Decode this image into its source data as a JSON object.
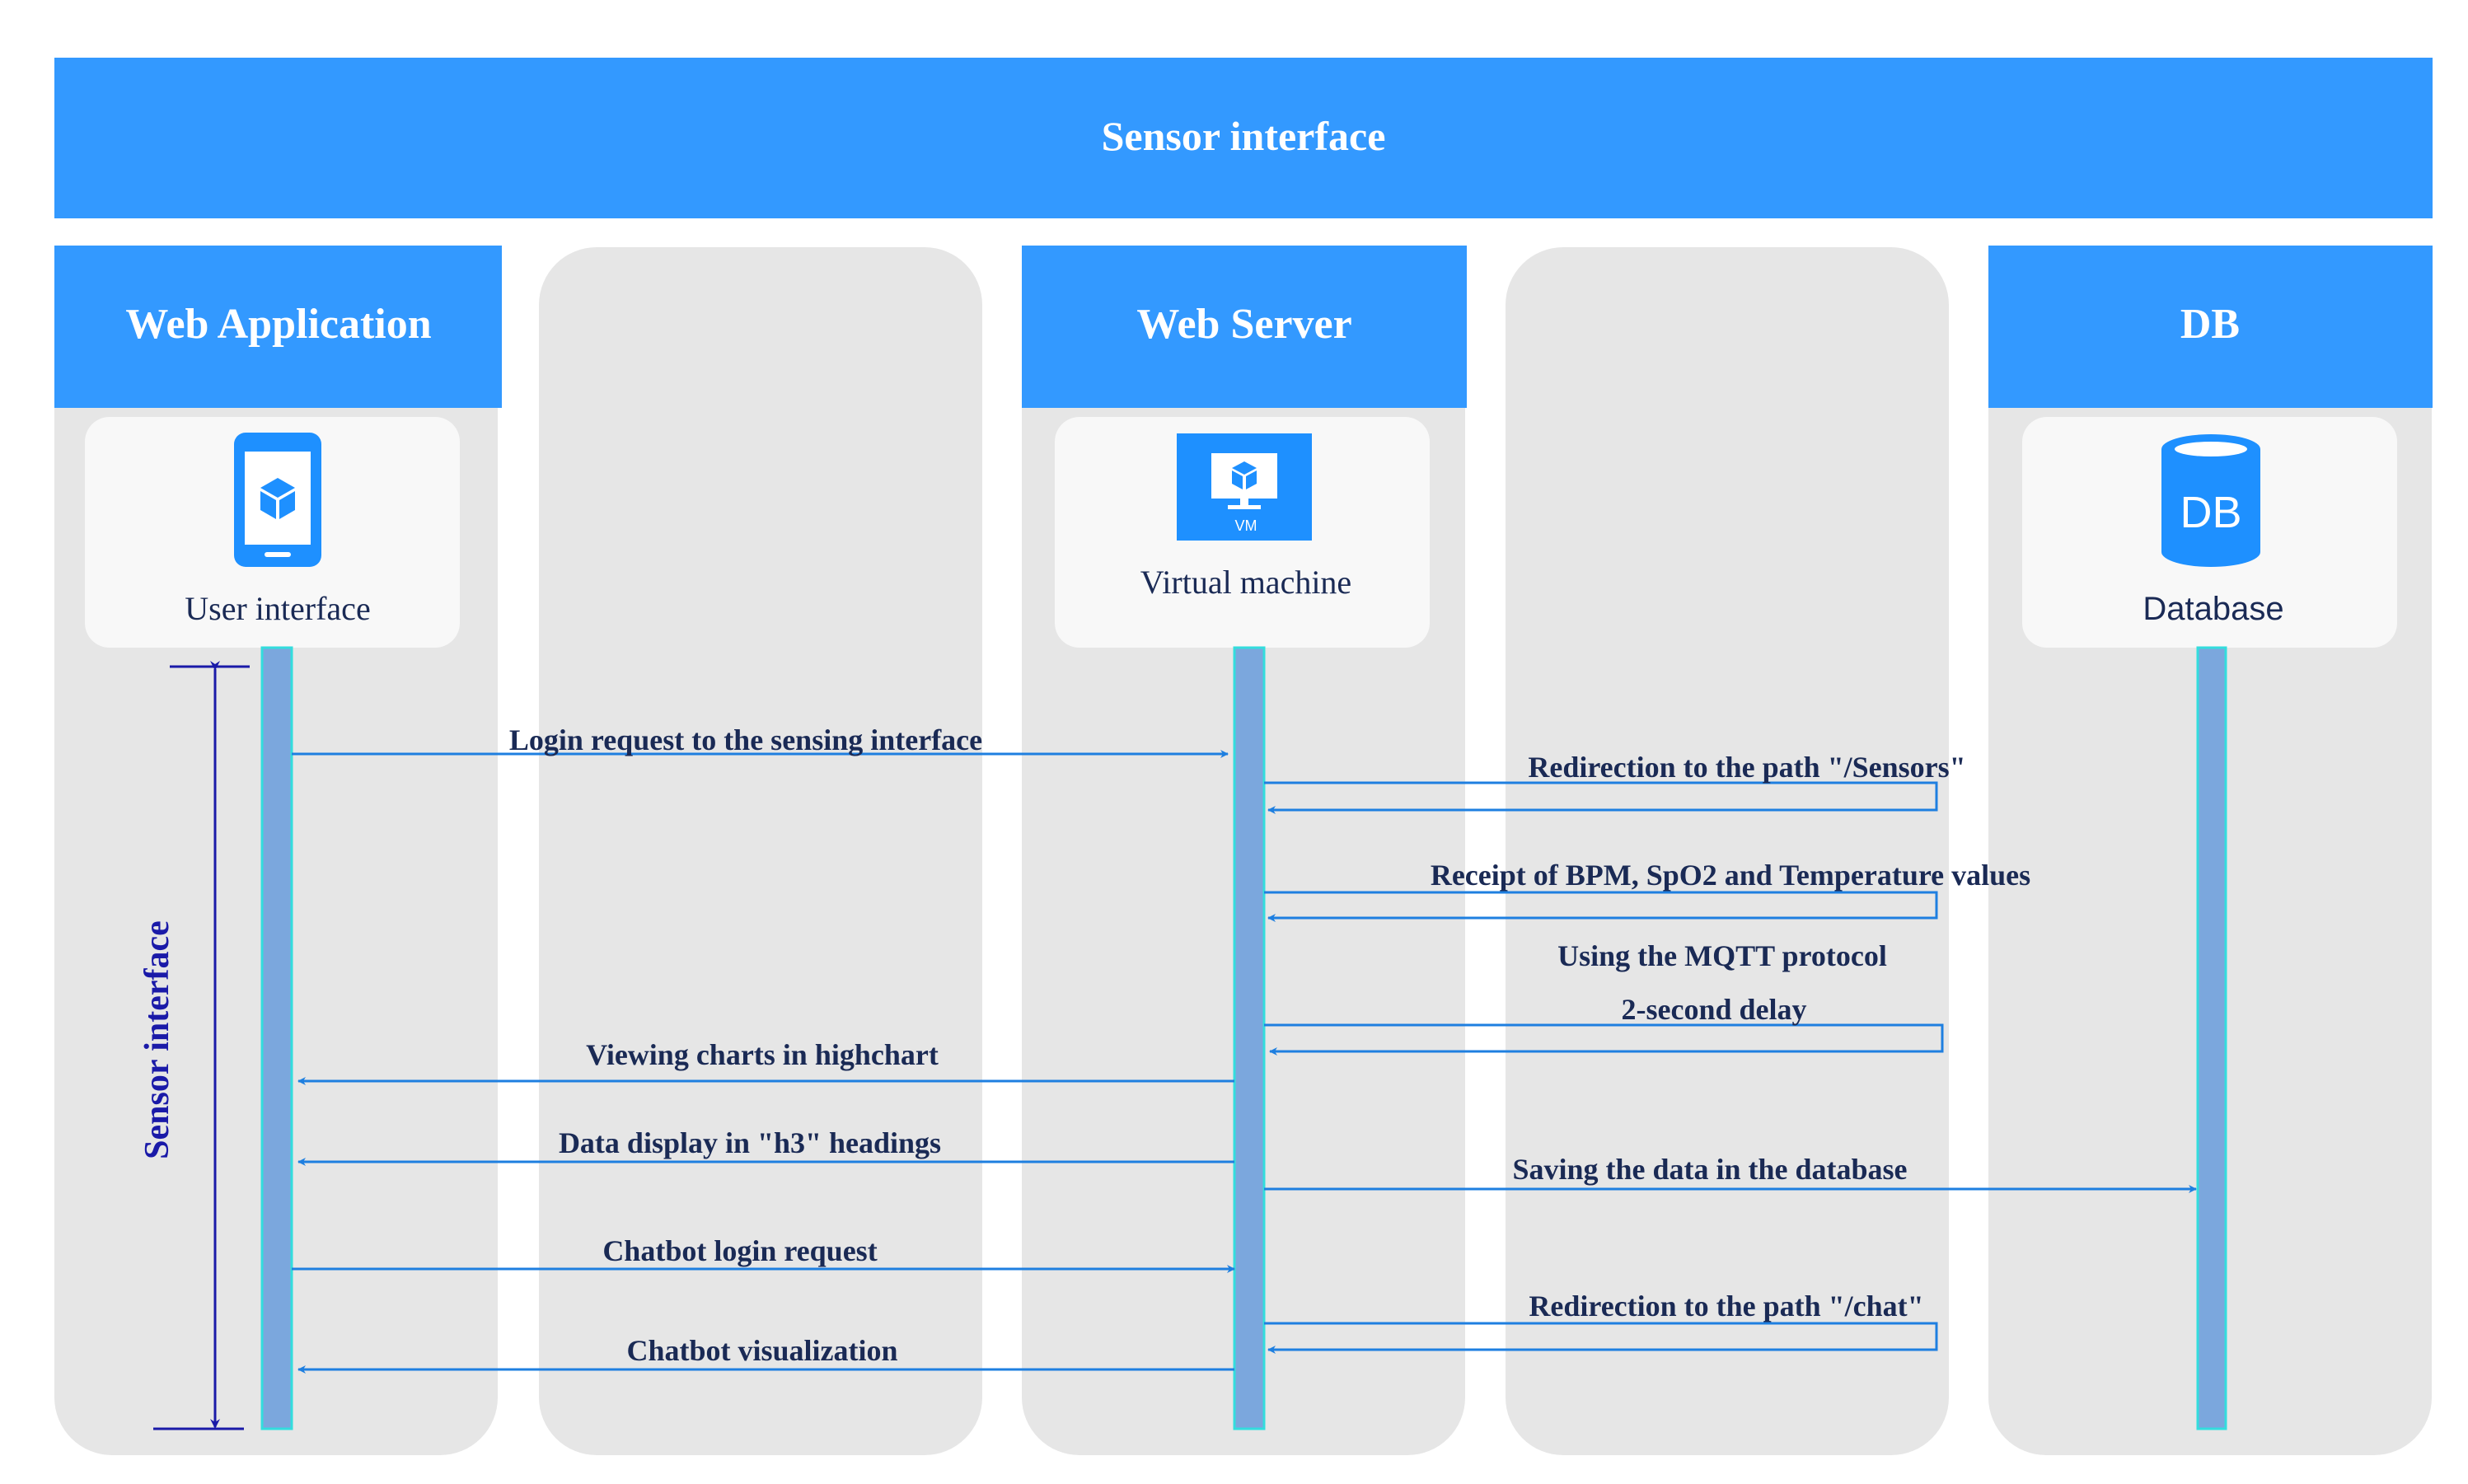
{
  "banner": {
    "title": "Sensor interface"
  },
  "lanes": {
    "web_application": {
      "header": "Web Application",
      "card_label": "User interface"
    },
    "web_server": {
      "header": "Web Server",
      "card_label": "Virtual machine",
      "icon_caption": "VM"
    },
    "db": {
      "header": "DB",
      "card_label": "Database",
      "icon_caption": "DB"
    }
  },
  "side_label": "Sensor interface",
  "messages": [
    "Login request to the sensing interface",
    "Redirection to the path \"/Sensors\"",
    "Receipt of BPM, SpO2 and Temperature values",
    "Using the MQTT protocol",
    "2-second delay",
    "Viewing charts in highchart",
    "Data display in \"h3\" headings",
    "Saving the data in the database",
    "Chatbot login request",
    "Redirection to the path \"/chat\"",
    "Chatbot visualization"
  ],
  "colors": {
    "header_blue": "#3399ff",
    "lane_gray": "#e6e6e6",
    "card_white": "#f8f8f8",
    "lifeline": "#7ba7dd",
    "lifeline_border": "#33dddd",
    "arrow": "#1e7fe0",
    "text_dark": "#1a2a55",
    "bracket": "#1a1aa8"
  }
}
